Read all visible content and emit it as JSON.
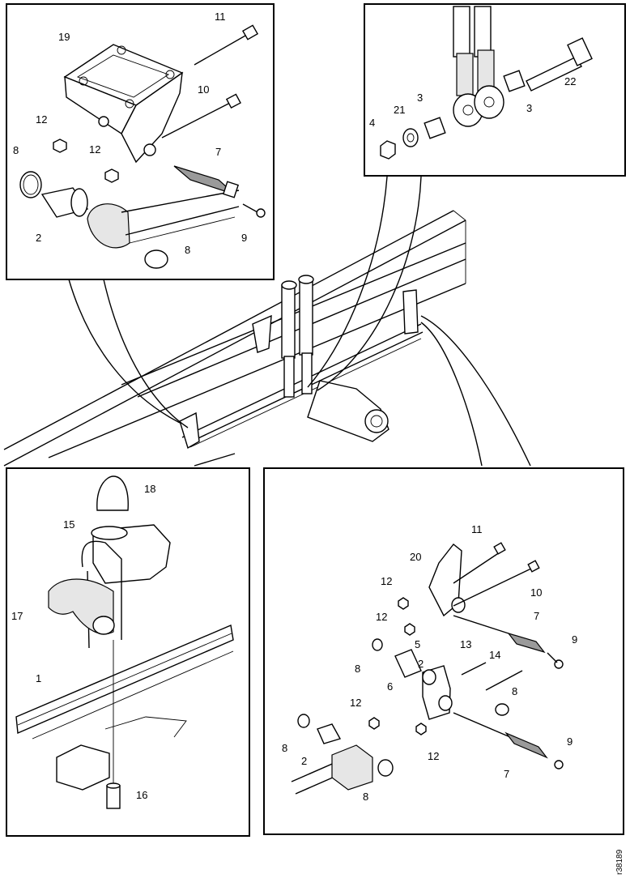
{
  "reference_code": "r38189",
  "callouts": {
    "top_left": [
      "11",
      "19",
      "12",
      "10",
      "12",
      "8",
      "7",
      "2",
      "9",
      "8"
    ],
    "top_right": [
      "22",
      "4",
      "21",
      "3",
      "3"
    ],
    "bottom_left": [
      "18",
      "15",
      "17",
      "1",
      "16"
    ],
    "bottom_right": [
      "11",
      "20",
      "12",
      "10",
      "12",
      "7",
      "9",
      "8",
      "5",
      "6",
      "2",
      "13",
      "14",
      "8",
      "12",
      "8",
      "2",
      "12",
      "7",
      "9",
      "8"
    ]
  }
}
